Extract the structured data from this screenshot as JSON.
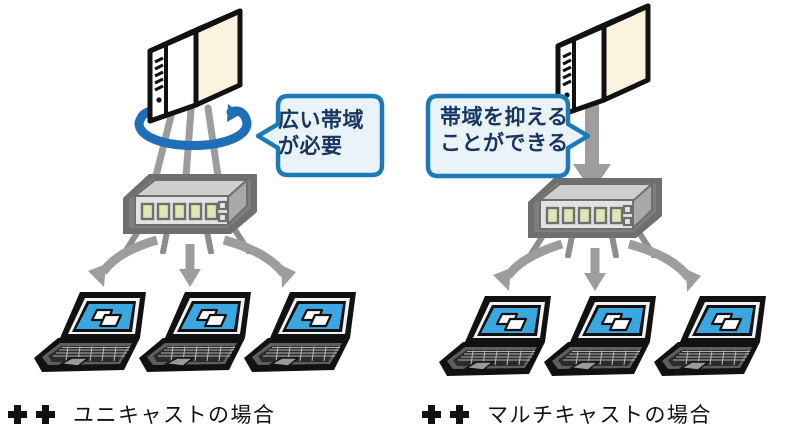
{
  "diagram": {
    "title": "Unicast versus Multicast network bandwidth comparison",
    "colors": {
      "bubble_fill": "#e9f3f9",
      "bubble_border": "#1b7ab8",
      "bubble_text": "#17355f",
      "arrow_gray": "#9d9d9d",
      "device_gray": "#7a7a78",
      "server_fill": "#faf3de",
      "screen_blue": "#3ba7e0",
      "led_green": "#d7dfae",
      "outline_black": "#111111",
      "arc_blue": "#1f6fb8"
    }
  },
  "panels": [
    {
      "id": "unicast",
      "caption": "ユニキャストの場合",
      "marks": 2,
      "bubble": {
        "line1": "広い帯域",
        "line2": "が必要",
        "tail": "left"
      },
      "server": {
        "name": "server",
        "streams": 3
      },
      "switch": {
        "name": "network-switch",
        "ports": 5,
        "indicators": 2
      },
      "clients": 3,
      "uplink_style": "three-parallel-streams-with-bandwidth-arc"
    },
    {
      "id": "multicast",
      "caption": "マルチキャストの場合",
      "marks": 2,
      "bubble": {
        "line1": "帯域を抑える",
        "line2": "ことができる",
        "tail": "right"
      },
      "server": {
        "name": "server",
        "streams": 1
      },
      "switch": {
        "name": "network-switch",
        "ports": 5,
        "indicators": 2
      },
      "clients": 3,
      "uplink_style": "single-stream-arrow"
    }
  ]
}
